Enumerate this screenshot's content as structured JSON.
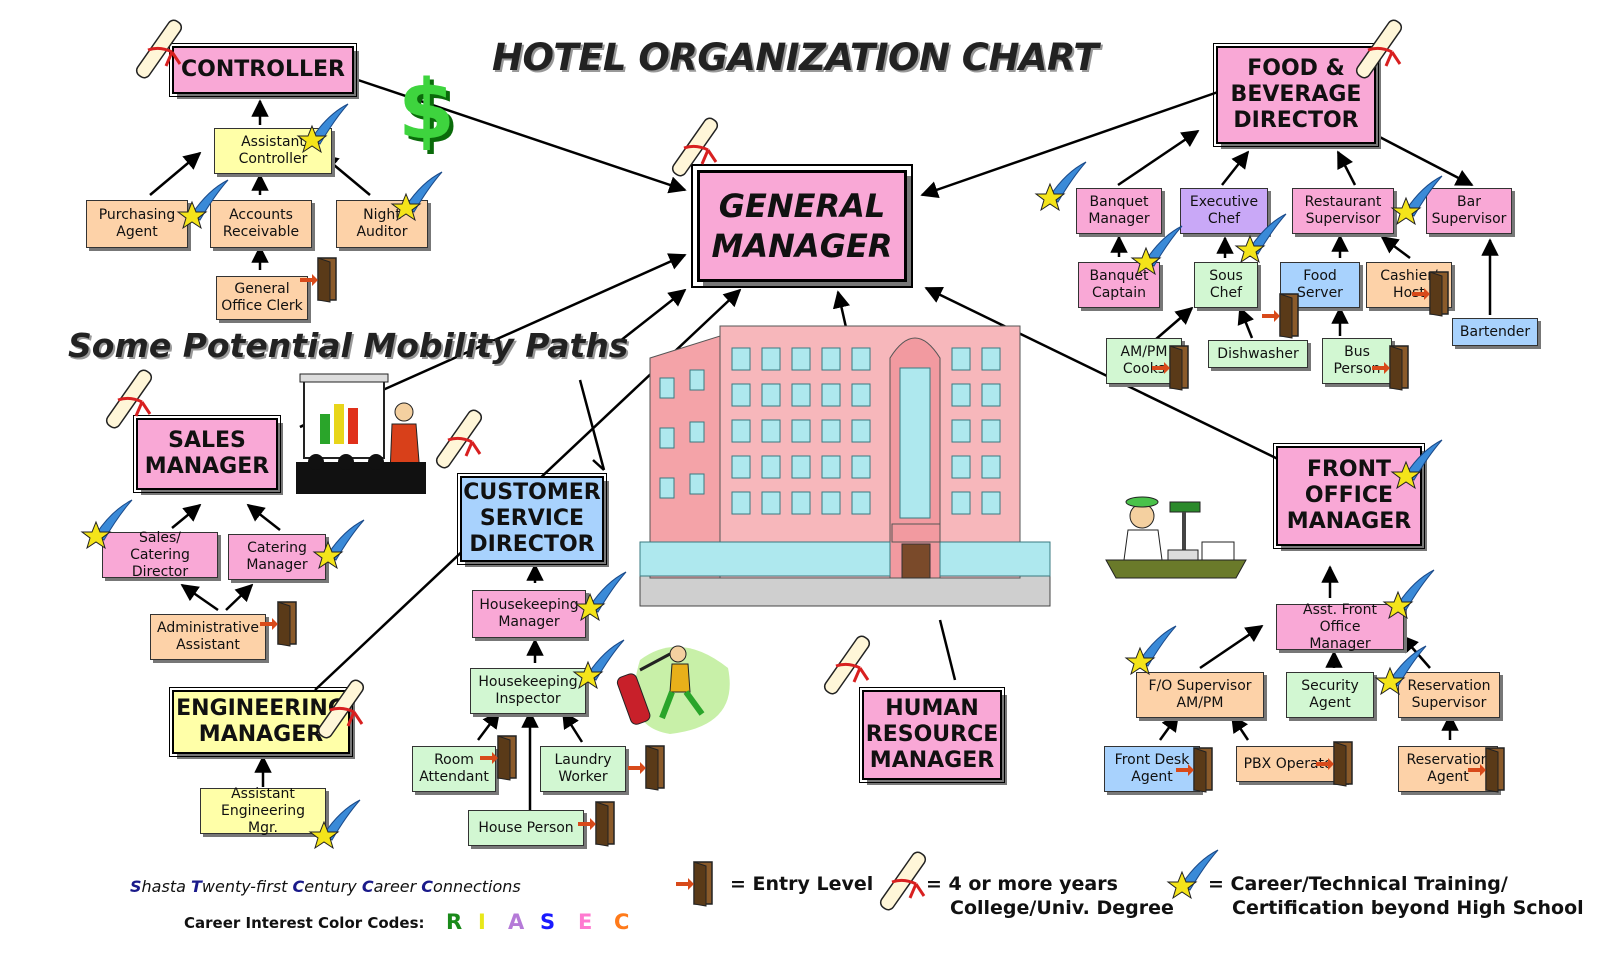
{
  "title": "HOTEL ORGANIZATION CHART",
  "mobility_title": "Some Potential Mobility Paths",
  "colors": {
    "pink": "#f9a8d6",
    "yellow": "#ffffa8",
    "peach": "#fdd2a8",
    "green": "#d2f7d2",
    "blue": "#a8d2fd",
    "purple": "#c9a8f7"
  },
  "nodes": {
    "general_manager": "GENERAL\nMANAGER",
    "controller": "CONTROLLER",
    "assistant_controller": "Assistant\nController",
    "purchasing_agent": "Purchasing\nAgent",
    "accounts_receivable": "Accounts\nReceivable",
    "night_auditor": "Night\nAuditor",
    "general_office_clerk": "General\nOffice Clerk",
    "fb_director": "FOOD &\nBEVERAGE\nDIRECTOR",
    "banquet_manager": "Banquet\nManager",
    "executive_chef": "Executive\nChef",
    "restaurant_supervisor": "Restaurant\nSupervisor",
    "bar_supervisor": "Bar\nSupervisor",
    "banquet_captain": "Banquet\nCaptain",
    "sous_chef": "Sous\nChef",
    "food_server": "Food\nServer",
    "cashier_host": "Cashier/\nHost",
    "bartender": "Bartender",
    "ampm_cooks": "AM/PM\nCooks",
    "dishwasher": "Dishwasher",
    "bus_person": "Bus\nPerson",
    "sales_manager": "SALES\nMANAGER",
    "sales_catering_director": "Sales/ Catering\nDirector",
    "catering_manager": "Catering\nManager",
    "administrative_assistant": "Administrative\nAssistant",
    "customer_service_director": "CUSTOMER\nSERVICE\nDIRECTOR",
    "housekeeping_manager": "Housekeeping\nManager",
    "housekeeping_inspector": "Housekeeping\nInspector",
    "room_attendant": "Room\nAttendant",
    "laundry_worker": "Laundry\nWorker",
    "house_person": "House Person",
    "engineering_manager": "ENGINEERING\nMANAGER",
    "assistant_engineering_mgr": "Assistant\nEngineering Mgr.",
    "human_resource_manager": "HUMAN\nRESOURCE\nMANAGER",
    "front_office_manager": "FRONT\nOFFICE\nMANAGER",
    "asst_front_office_manager": "Asst. Front Office\nManager",
    "fo_supervisor": "F/O Supervisor\nAM/PM",
    "security_agent": "Security\nAgent",
    "reservation_supervisor": "Reservation\nSupervisor",
    "front_desk_agent": "Front Desk\nAgent",
    "pbx_operator": "PBX Operator",
    "reservation_agent": "Reservation\nAgent"
  },
  "legend": {
    "entry_level": "= Entry Level",
    "degree_line1": "=  4 or more years",
    "degree_line2": "College/Univ.  Degree",
    "training_line1": "= Career/Technical Training/",
    "training_line2": "Certification beyond High School"
  },
  "footer": {
    "shasta_parts": [
      {
        "initial": "S",
        "rest": "hasta "
      },
      {
        "initial": "T",
        "rest": "wenty-first "
      },
      {
        "initial": "C",
        "rest": "entury "
      },
      {
        "initial": "C",
        "rest": "areer "
      },
      {
        "initial": "C",
        "rest": "onnections"
      }
    ],
    "codes_label": "Career Interest Color Codes:",
    "codes": [
      {
        "letter": "R",
        "color": "#1a8a1a"
      },
      {
        "letter": "I",
        "color": "#e8e81a"
      },
      {
        "letter": "A",
        "color": "#b57ad8"
      },
      {
        "letter": "S",
        "color": "#1a1aff"
      },
      {
        "letter": "E",
        "color": "#ff7ad0"
      },
      {
        "letter": "C",
        "color": "#ff7a1a"
      }
    ]
  }
}
